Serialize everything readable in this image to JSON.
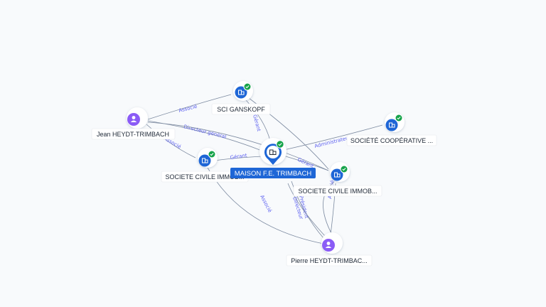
{
  "nodes": {
    "main": {
      "label": "MAISON F.E. TRIMBACH",
      "type": "company",
      "verified": true
    },
    "sci_ganskopf": {
      "label": "SCI GANSKOPF",
      "type": "company",
      "verified": true
    },
    "jean": {
      "label": "Jean HEYDT-TRIMBACH",
      "type": "person"
    },
    "cooperative": {
      "label": "SOCIÉTÉ COOPÉRATIVE ...",
      "type": "company",
      "verified": true
    },
    "sc_left": {
      "label": "SOCIETE CIVILE IMMOB...",
      "type": "company",
      "verified": true
    },
    "sc_right": {
      "label": "SOCIETE CIVILE IMMOB...",
      "type": "company",
      "verified": true
    },
    "pierre": {
      "label": "Pierre HEYDT-TRIMBAC...",
      "type": "person"
    }
  },
  "edges": {
    "jean_sci": "Associé",
    "jean_main": "Directeur général",
    "jean_sc_left": "Associé",
    "sci_main": "Gérant",
    "main_coop": "Administrateur",
    "main_sc_left": "Gérant",
    "main_sc_right": "Gérant",
    "sc_left_pierre": "Associé",
    "pierre_main_a": "Président",
    "pierre_main_b": "Directeur",
    "pierre_sc_right": "Associé"
  },
  "colors": {
    "company": "#1e66d6",
    "person": "#8b5cf6",
    "verified": "#16a34a",
    "edge": "#7c8aa0",
    "edge_label": "#5b5ff0"
  }
}
